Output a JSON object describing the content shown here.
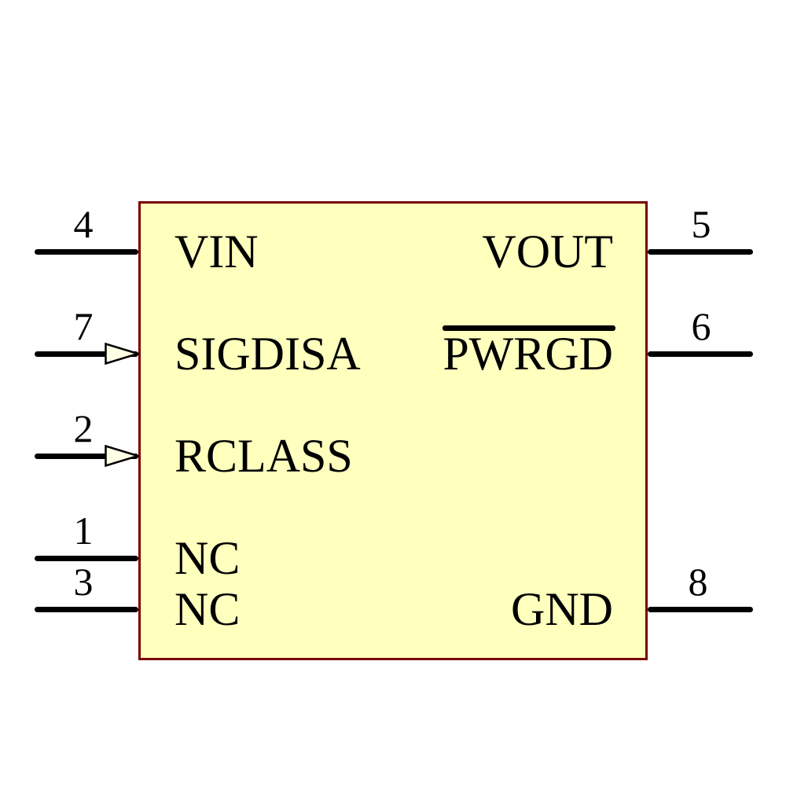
{
  "symbol": {
    "type": "ic-schematic-symbol",
    "body_fill": "#FFFFBE",
    "body_border": "#7A0000",
    "pin_color": "#000000",
    "text_color": "#000000",
    "triangle_fill": "#FFFFE6",
    "background": "#FFFFFF"
  },
  "pins": {
    "left": [
      {
        "number": "4",
        "label": "VIN",
        "input_marker": false,
        "overline": false
      },
      {
        "number": "7",
        "label": "SIGDISA",
        "input_marker": true,
        "overline": false
      },
      {
        "number": "2",
        "label": "RCLASS",
        "input_marker": true,
        "overline": false
      },
      {
        "number": "1",
        "label": "NC",
        "input_marker": false,
        "overline": false
      },
      {
        "number": "3",
        "label": "NC",
        "input_marker": false,
        "overline": false
      }
    ],
    "right": [
      {
        "number": "5",
        "label": "VOUT",
        "input_marker": false,
        "overline": false
      },
      {
        "number": "6",
        "label": "PWRGD",
        "input_marker": false,
        "overline": true
      },
      {
        "number": "8",
        "label": "GND",
        "input_marker": false,
        "overline": false
      }
    ]
  }
}
